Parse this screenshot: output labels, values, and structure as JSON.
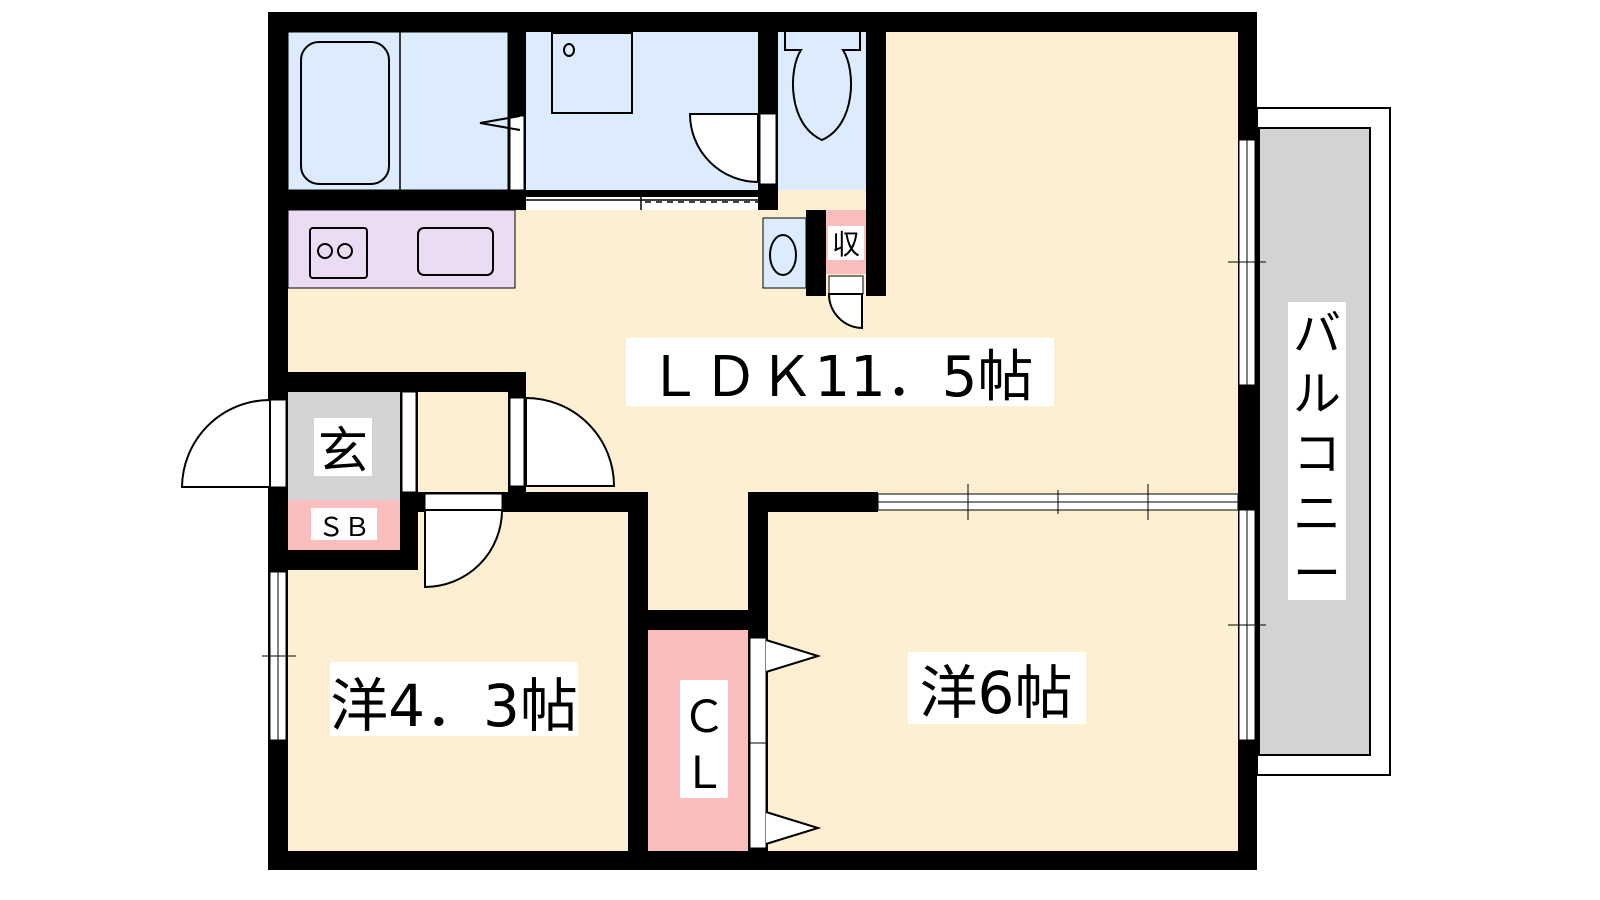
{
  "plan": {
    "ldk": "ＬＤＫ11．5帖",
    "room1": "洋4．3帖",
    "room2": "洋6帖",
    "entrance": "玄",
    "shoebox": "ＳＢ",
    "storage": "収",
    "closet_1": "Ｃ",
    "closet_2": "Ｌ",
    "balcony": [
      "バ",
      "ル",
      "コ",
      "ニ",
      "ー"
    ]
  },
  "colors": {
    "room": "#fdf0d2",
    "wet": "#dcebfd",
    "kitchen": "#ecdcf3",
    "storage": "#f9bdbd",
    "entrance": "#d3d3d3",
    "balcony": "#d3d3d3",
    "wall": "#000000"
  }
}
